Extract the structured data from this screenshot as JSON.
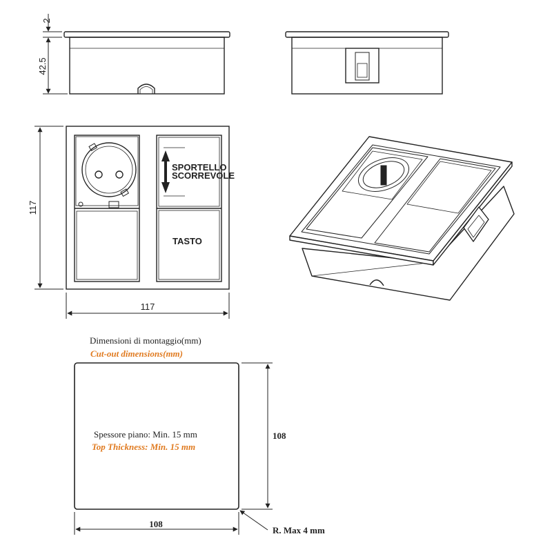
{
  "front_view": {
    "dim_height": "42.5",
    "dim_flange": "2"
  },
  "top_view": {
    "dim_width": "117",
    "dim_height": "117",
    "label_sliding_door_1": "SPORTELLO",
    "label_sliding_door_2": "SCORREVOLE",
    "label_button": "TASTO"
  },
  "cutout": {
    "title_it": "Dimensioni di montaggio(mm)",
    "title_en": "Cut-out dimensions(mm)",
    "thickness_it": "Spessore piano: Min. 15 mm",
    "thickness_en": "Top Thickness: Min. 15 mm",
    "dim_width": "108",
    "dim_height": "108",
    "radius_note": "R. Max 4 mm"
  },
  "colors": {
    "line": "#222222",
    "accent": "#e07a1f",
    "panel_fill": "#ffffff"
  }
}
